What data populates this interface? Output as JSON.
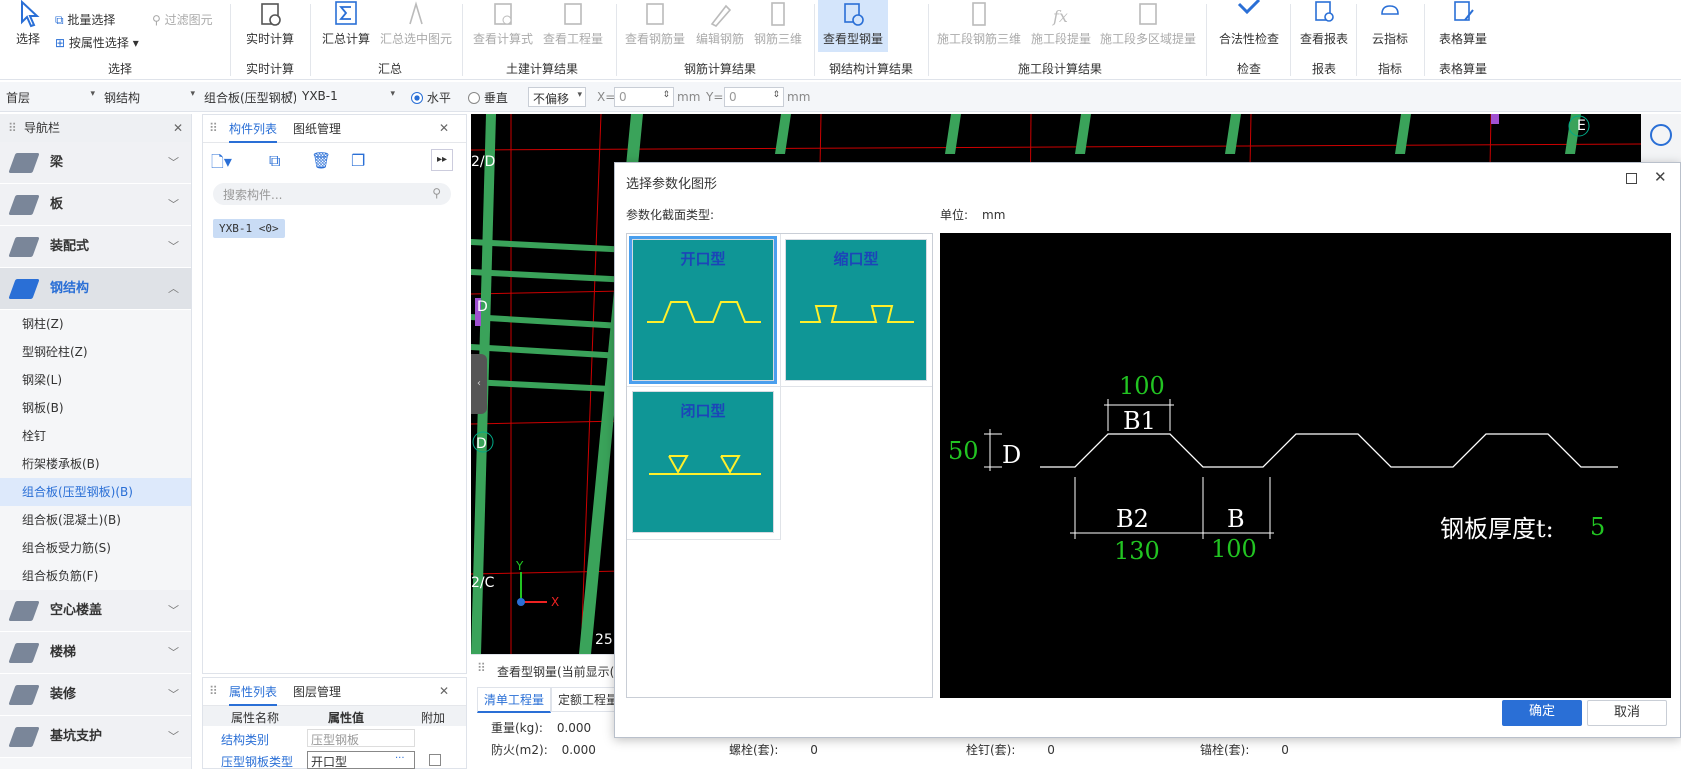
{
  "ribbon": {
    "select_group": {
      "select": "选择",
      "batch_select": "批量选择",
      "by_attr_select": "按属性选择",
      "filter": "过滤图元",
      "label": "选择"
    },
    "realtime": {
      "btn": "实时计算",
      "label": "实时计算"
    },
    "summary": {
      "calc": "汇总计算",
      "calc_selected": "汇总选中图元",
      "label": "汇总"
    },
    "civil": {
      "view_formula": "查看计算式",
      "view_qty": "查看工程量",
      "label": "土建计算结果"
    },
    "rebar": {
      "view_rebar": "查看钢筋量",
      "edit_rebar": "编辑钢筋",
      "rebar_3d": "钢筋三维",
      "label": "钢筋计算结果"
    },
    "steel": {
      "view_steel": "查看型钢量",
      "label": "钢结构计算结果"
    },
    "stage": {
      "rebar_3d": "施工段钢筋三维",
      "qty": "施工段提量",
      "multi": "施工段多区域提量",
      "label": "施工段计算结果"
    },
    "check": {
      "btn": "合法性检查",
      "label": "检查"
    },
    "report": {
      "btn": "查看报表",
      "label": "报表"
    },
    "index": {
      "btn": "云指标",
      "label": "指标"
    },
    "table": {
      "btn": "表格算量",
      "label": "表格算量"
    }
  },
  "toolbar2": {
    "floor": "首层",
    "type": "钢结构",
    "subtype": "组合板(压型钢板)",
    "component": "YXB-1",
    "horizontal": "水平",
    "vertical": "垂直",
    "offset": "不偏移",
    "x_label": "X=",
    "x_value": "0",
    "y_label": "Y=",
    "y_value": "0",
    "unit": "mm"
  },
  "nav": {
    "title": "导航栏",
    "categories_top": [
      {
        "label": "梁"
      },
      {
        "label": "板"
      },
      {
        "label": "装配式"
      }
    ],
    "open_category": "钢结构",
    "sub_items": [
      "钢柱(Z)",
      "型钢砼柱(Z)",
      "钢梁(L)",
      "钢板(B)",
      "栓钉",
      "桁架楼承板(B)",
      "组合板(压型钢板)(B)",
      "组合板(混凝土)(B)",
      "组合板受力筋(S)",
      "组合板负筋(F)"
    ],
    "categories_bottom": [
      {
        "label": "空心楼盖"
      },
      {
        "label": "楼梯"
      },
      {
        "label": "装修"
      },
      {
        "label": "基坑支护"
      }
    ]
  },
  "comp_list": {
    "tab1": "构件列表",
    "tab2": "图纸管理",
    "search_placeholder": "搜索构件...",
    "item": "YXB-1 <0>"
  },
  "props": {
    "tab1": "属性列表",
    "tab2": "图层管理",
    "col_name": "属性名称",
    "col_value": "属性值",
    "col_extra": "附加",
    "rows": [
      {
        "name": "结构类别",
        "value": "压型钢板"
      },
      {
        "name": "压型钢板类型",
        "value": "开口型"
      }
    ]
  },
  "canvas": {
    "labels": [
      "2/D",
      "D",
      "D",
      "2/C",
      "25",
      "E",
      "Y",
      "X"
    ]
  },
  "bottom": {
    "title": "查看型钢量(当前显示(",
    "tab1": "清单工程量",
    "tab2": "定额工程量",
    "weight_label": "重量(kg):",
    "weight": "0.000",
    "fire_label": "防火(m2):",
    "fire": "0.000",
    "bolt_label": "螺栓(套):",
    "bolt": "0",
    "stud_label": "栓钉(套):",
    "stud": "0",
    "anchor_label": "锚栓(套):",
    "anchor": "0"
  },
  "dialog": {
    "title": "选择参数化图形",
    "section_type_label": "参数化截面类型:",
    "unit_label": "单位:",
    "unit": "mm",
    "shapes": [
      "开口型",
      "缩口型",
      "闭口型"
    ],
    "preview": {
      "b1_val": "100",
      "b1": "B1",
      "d_val": "50",
      "d": "D",
      "b2": "B2",
      "b2_val": "130",
      "b": "B",
      "b_val": "100",
      "thk_label": "钢板厚度t:",
      "thk_val": "5"
    },
    "ok": "确定",
    "cancel": "取消"
  },
  "colors": {
    "accent": "#2a6fd6",
    "teal": "#0f9696",
    "green_beam": "#3aa35a",
    "dim_green": "#22c422"
  }
}
